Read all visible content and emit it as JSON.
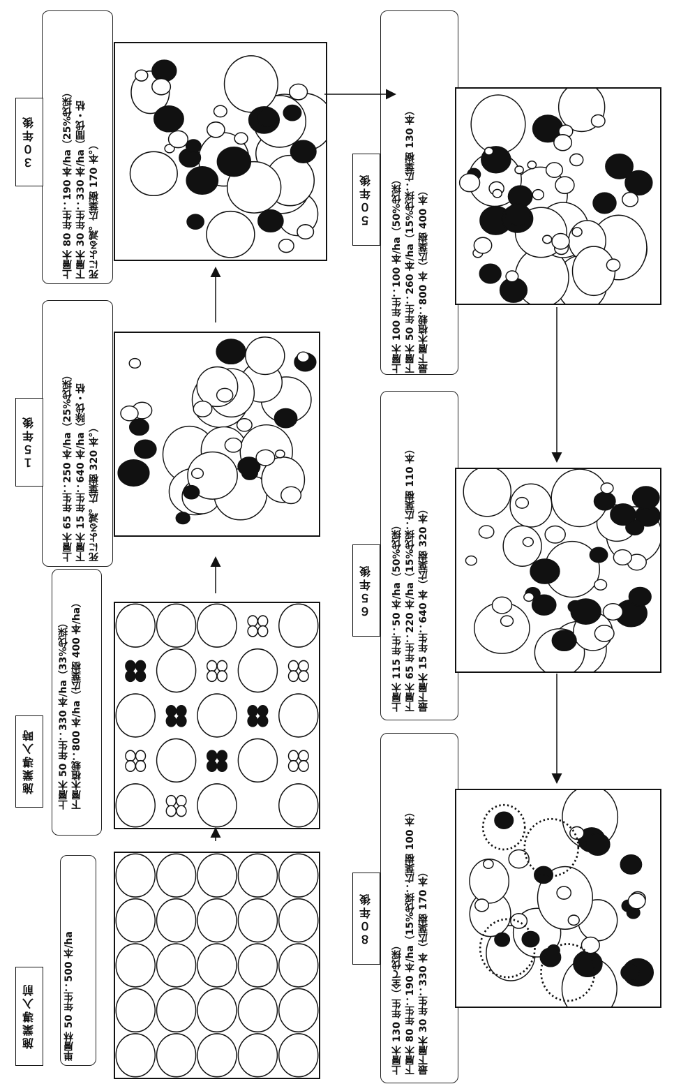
{
  "stages": [
    {
      "id": "before",
      "title": "施業導入前",
      "lines": [
        "単層林 50 年生：500 本/ha"
      ]
    },
    {
      "id": "intro",
      "title": "施業導入時",
      "lines": [
        "上層木 50 年生：330 本/ha（33%伐採）",
        "下層木植栽：800 本/ha（広葉樹 400 本/ha）"
      ]
    },
    {
      "id": "y15",
      "title": "１５年後",
      "lines": [
        "上層木 65 年生：250 本/ha（25%伐採）",
        "下層木 15 年生：640 本/ha（除伐・枯",
        "死による減。広葉樹 320 本。）"
      ]
    },
    {
      "id": "y30",
      "title": "３０年後",
      "lines": [
        "上層木 80 年生：190 本/ha（25%伐採）",
        "下層木 30 年生：330 本/ha（間伐・枯",
        "死による減。広葉樹 170 本。）"
      ]
    },
    {
      "id": "y50",
      "title": "５０年後",
      "lines": [
        "上層木 100 年生：100 本/ha（50%伐採）",
        "下層木 50 年生：260 本/ha（15%伐採：広葉樹 130 本）",
        "最下層木植栽：800 本（広葉樹 400 本）"
      ]
    },
    {
      "id": "y65",
      "title": "６５年後",
      "lines": [
        "上層木 115 年生：50 本/ha（50%伐採）",
        "下層木 65 年生：220 本/ha（15%伐採：広葉樹 110 本）",
        "最下層木 15 年生：640 本（広葉樹 320 本）"
      ]
    },
    {
      "id": "y80",
      "title": "８０年後",
      "lines": [
        "上層木 130 年生（全て伐採）",
        "下層木 80 年生：190 本/ha（15%伐採：広葉樹 100 本）",
        "最下層木 30 年生：330 本（広葉樹 170 本）"
      ]
    }
  ],
  "colors": {
    "ink": "#111111",
    "paper": "#ffffff"
  }
}
